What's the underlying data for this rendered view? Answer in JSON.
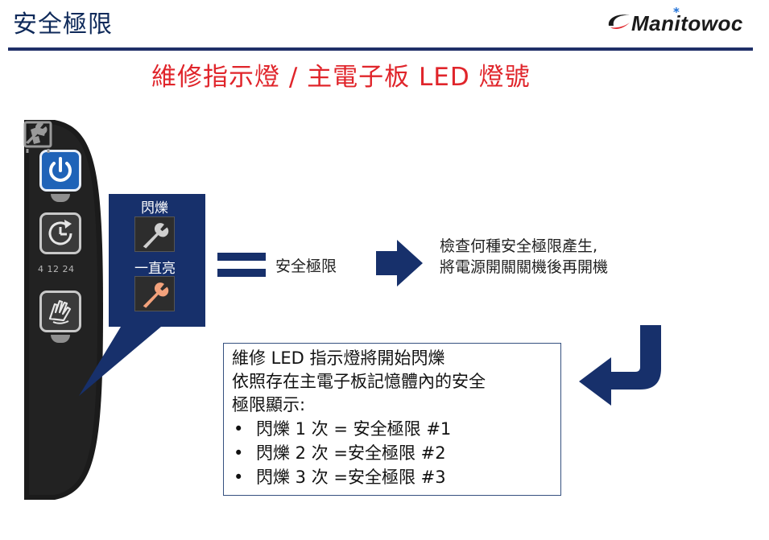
{
  "header": {
    "title": "安全極限",
    "logo": {
      "brand": "Manitowoc",
      "star": "*",
      "accent_color": "#1e6fd6"
    }
  },
  "subtitle": "維修指示燈 / 主電子板 LED 燈號",
  "panel": {
    "clean_numbers": "4 12 24",
    "icons": [
      "power-icon",
      "clean-cycle-icon",
      "sanitize-hands-icon",
      "ice-bin-icon",
      "wrench-icon"
    ]
  },
  "callout": {
    "flash_label": "閃爍",
    "steady_label": "一直亮",
    "colors": {
      "flash_wrench": "#cfcfcf",
      "steady_wrench": "#f3a27c",
      "background": "#17306b"
    }
  },
  "result": "安全極限",
  "check": {
    "line1": "檢查何種安全極限產生,",
    "line2": "將電源開關關機後再開機"
  },
  "info": {
    "line1": "維修 LED 指示燈將開始閃爍",
    "line2": "依照存在主電子板記憶體內的安全",
    "line3": "極限顯示:",
    "bullet": "•",
    "items": [
      "閃爍 1 次 = 安全極限 #1",
      "閃爍 2 次 =安全極限  #2",
      "閃爍 3 次 =安全極限  #3"
    ]
  }
}
